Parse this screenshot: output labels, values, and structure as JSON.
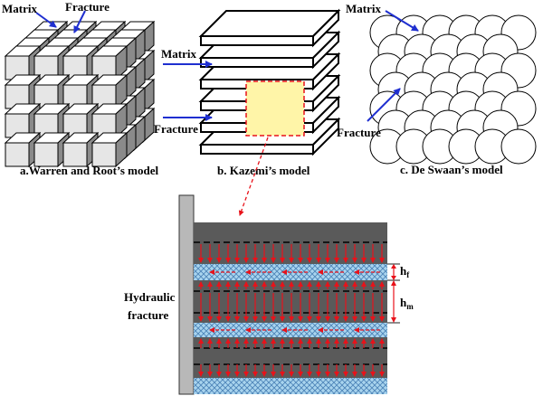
{
  "panel_a": {
    "caption": "a.Warren and Root’s model",
    "label_matrix": "Matrix",
    "label_fracture": "Fracture"
  },
  "panel_b": {
    "caption": "b. Kazemi’s model",
    "label_matrix": "Matrix",
    "label_fracture": "Fracture"
  },
  "panel_c": {
    "caption": "c. De Swaan’s model",
    "label_matrix": "Matrix",
    "label_fracture": "Fracture"
  },
  "bottom": {
    "label_hydraulic": "Hydraulic",
    "label_fracture": "fracture",
    "hf_main": "h",
    "hf_sub": "f",
    "hm_main": "h",
    "hm_sub": "m"
  },
  "colors": {
    "arrow_blue": "#1f2fd0",
    "flow_red": "#e8121a",
    "highlight_yellow": "#fff5a8",
    "matrix_gray": "#5a5a5a",
    "fracture_blue": "#a9d4ee"
  }
}
